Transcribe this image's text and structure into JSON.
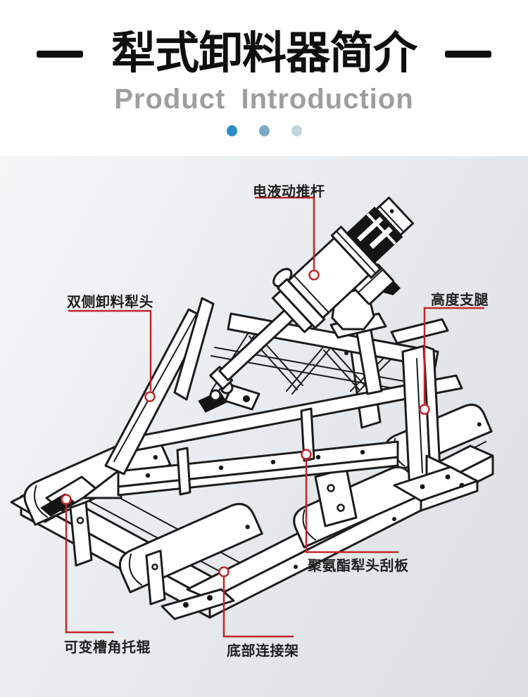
{
  "header": {
    "title": "犁式卸料器简介",
    "subtitle": "Product Introduction",
    "dots": [
      "#2e8ec4",
      "#7da9c3",
      "#c3d5d8"
    ]
  },
  "diagram": {
    "callout_color": "#c2262b",
    "line_color": "#1c1c1c",
    "machine_name": "plow-unloader-line-drawing",
    "labels": [
      {
        "key": "push-rod",
        "text": "电液动推杆"
      },
      {
        "key": "plow-head",
        "text": "双侧卸料犁头"
      },
      {
        "key": "support-leg",
        "text": "高度支腿"
      },
      {
        "key": "scraper",
        "text": "聚氨酯犁头刮板"
      },
      {
        "key": "idler",
        "text": "可变槽角托辊"
      },
      {
        "key": "bottom-frame",
        "text": "底部连接架"
      }
    ]
  }
}
